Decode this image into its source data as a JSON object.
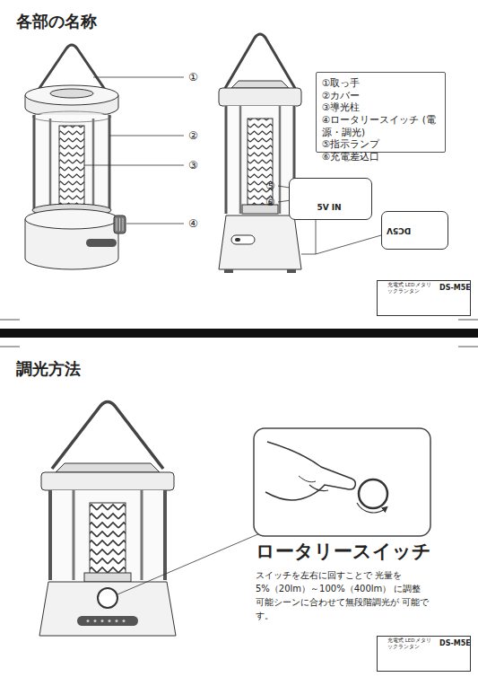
{
  "diagram": {
    "nodes": [
      {
        "text": [
          "各部の名称"
        ]
      },
      {
        "text": [
          "①取っ手",
          "②カバー",
          "③導光柱",
          "④ロータリースイッチ (電源・調光)",
          "⑤指示ランプ",
          "⑥充電差込口"
        ],
        "in": 0
      },
      {
        "text": [
          "5V IN"
        ],
        "in": 0
      },
      {
        "text": [
          "DC5V"
        ],
        "in": 0
      },
      {
        "text": [
          "充電式 LEDメタリックランタン",
          "DS-M5E"
        ],
        "in": 0
      },
      {
        "text": [
          "調光方法"
        ]
      },
      {
        "text": [
          "ロータリースイッチ",
          "スイッチを左右に回すことで 光量を5%（20lm）～100%（400lm） に調整可能シーンに合わせて無段階調光が 可能です。"
        ],
        "in": 5
      },
      {
        "text": [
          "充電式 LEDメタリックランタン",
          "DS-M5E"
        ],
        "in": 5
      }
    ],
    "labels": [
      "①",
      "②",
      "③",
      "④",
      "⑤",
      "⑥"
    ]
  }
}
